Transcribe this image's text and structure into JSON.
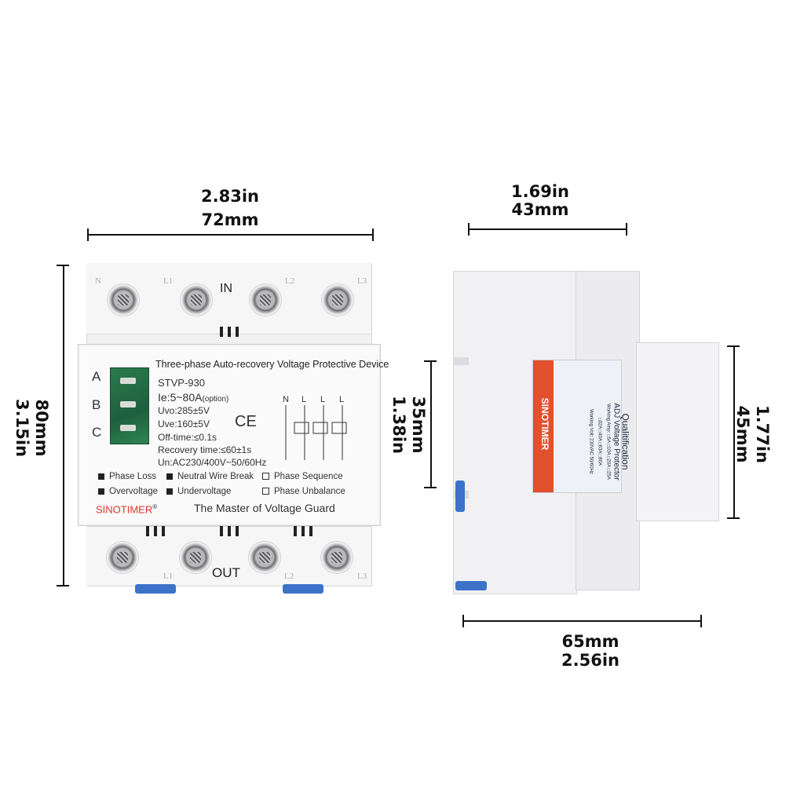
{
  "dimensions": {
    "front_width": {
      "in": "2.83in",
      "mm": "72mm"
    },
    "front_height": {
      "mm": "80mm",
      "in": "3.15in"
    },
    "side_depth_top": {
      "in": "1.69in",
      "mm": "43mm"
    },
    "side_inner_height": {
      "mm": "35mm",
      "in": "1.38in"
    },
    "side_outer_height": {
      "in": "1.77in",
      "mm": "45mm"
    },
    "side_depth_bottom": {
      "mm": "65mm",
      "in": "2.56in"
    }
  },
  "device": {
    "brand": "SINOTIMER",
    "registered": "®",
    "tagline": "The Master of Voltage Guard",
    "title": "Three-phase Auto-recovery Voltage Protective Device",
    "model": "STVP-930",
    "current": "Ie:5~80A",
    "current_note": "(option)",
    "uvo": "Uvo:285±5V",
    "uve": "Uve:160±5V",
    "off_time": "Off-time:≤0.1s",
    "recovery": "Recovery time:≤60±1s",
    "rated": "Un:AC230/400V~50/60Hz",
    "ce_mark": "CE",
    "phase_labels": [
      "A",
      "B",
      "C"
    ],
    "wiring_labels": [
      "N",
      "L",
      "L",
      "L"
    ],
    "terminal_in_label": "IN",
    "terminal_out_label": "OUT",
    "top_terminals": [
      "N",
      "L1",
      "L2",
      "L3"
    ],
    "bottom_terminals": [
      "L1",
      "L2",
      "L3"
    ],
    "legend": [
      {
        "label": "Phase Loss",
        "filled": true
      },
      {
        "label": "Neutral Wire Break",
        "filled": true
      },
      {
        "label": "Phase Sequence",
        "filled": false
      },
      {
        "label": "Overvoltage",
        "filled": true
      },
      {
        "label": "Undervoltage",
        "filled": true
      },
      {
        "label": "Phase Unbalance",
        "filled": false
      }
    ],
    "colors": {
      "brand_red": "#e0342b",
      "clip_blue": "#3c73c8",
      "label_orange": "#e2502e"
    }
  },
  "side_label": {
    "brand": "SINOTIMER",
    "heading": "Qualitification",
    "subheading": "ADJ Voltage Protector",
    "amp_line": "Working Amp: □5A □10A □20A □25A",
    "amp_line2": "□32A □40A □63A □80A",
    "volt_line": "Working Volt: 230VAC 50/60Hz"
  }
}
